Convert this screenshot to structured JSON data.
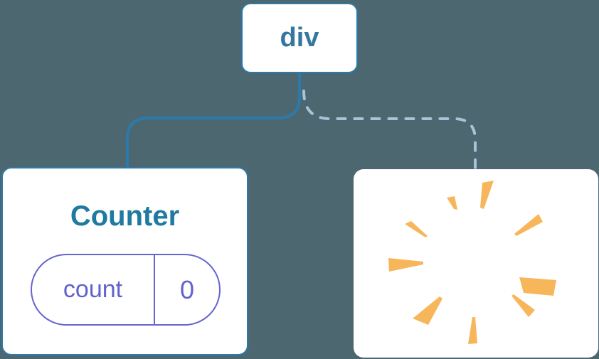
{
  "diagram": {
    "description": "React component tree: root div keeps Counter with state, second child removed with a poof",
    "root_node": {
      "label": "div"
    },
    "counter_node": {
      "title": "Counter",
      "state_pill": {
        "name": "count",
        "value": "0"
      }
    },
    "destroyed_node": {
      "icon": "poof-sparkle-icon"
    }
  },
  "colors": {
    "background": "#4d6771",
    "node_border_blue": "#2b7aa9",
    "root_label_blue": "#35779e",
    "counter_title_blue": "#1e7aa0",
    "state_purple": "#6262cc",
    "state_border_purple": "#6565cf",
    "poof_orange": "#f8b65a",
    "dashed_connector_blue": "#a6c4d9",
    "node_background": "#ffffff"
  }
}
